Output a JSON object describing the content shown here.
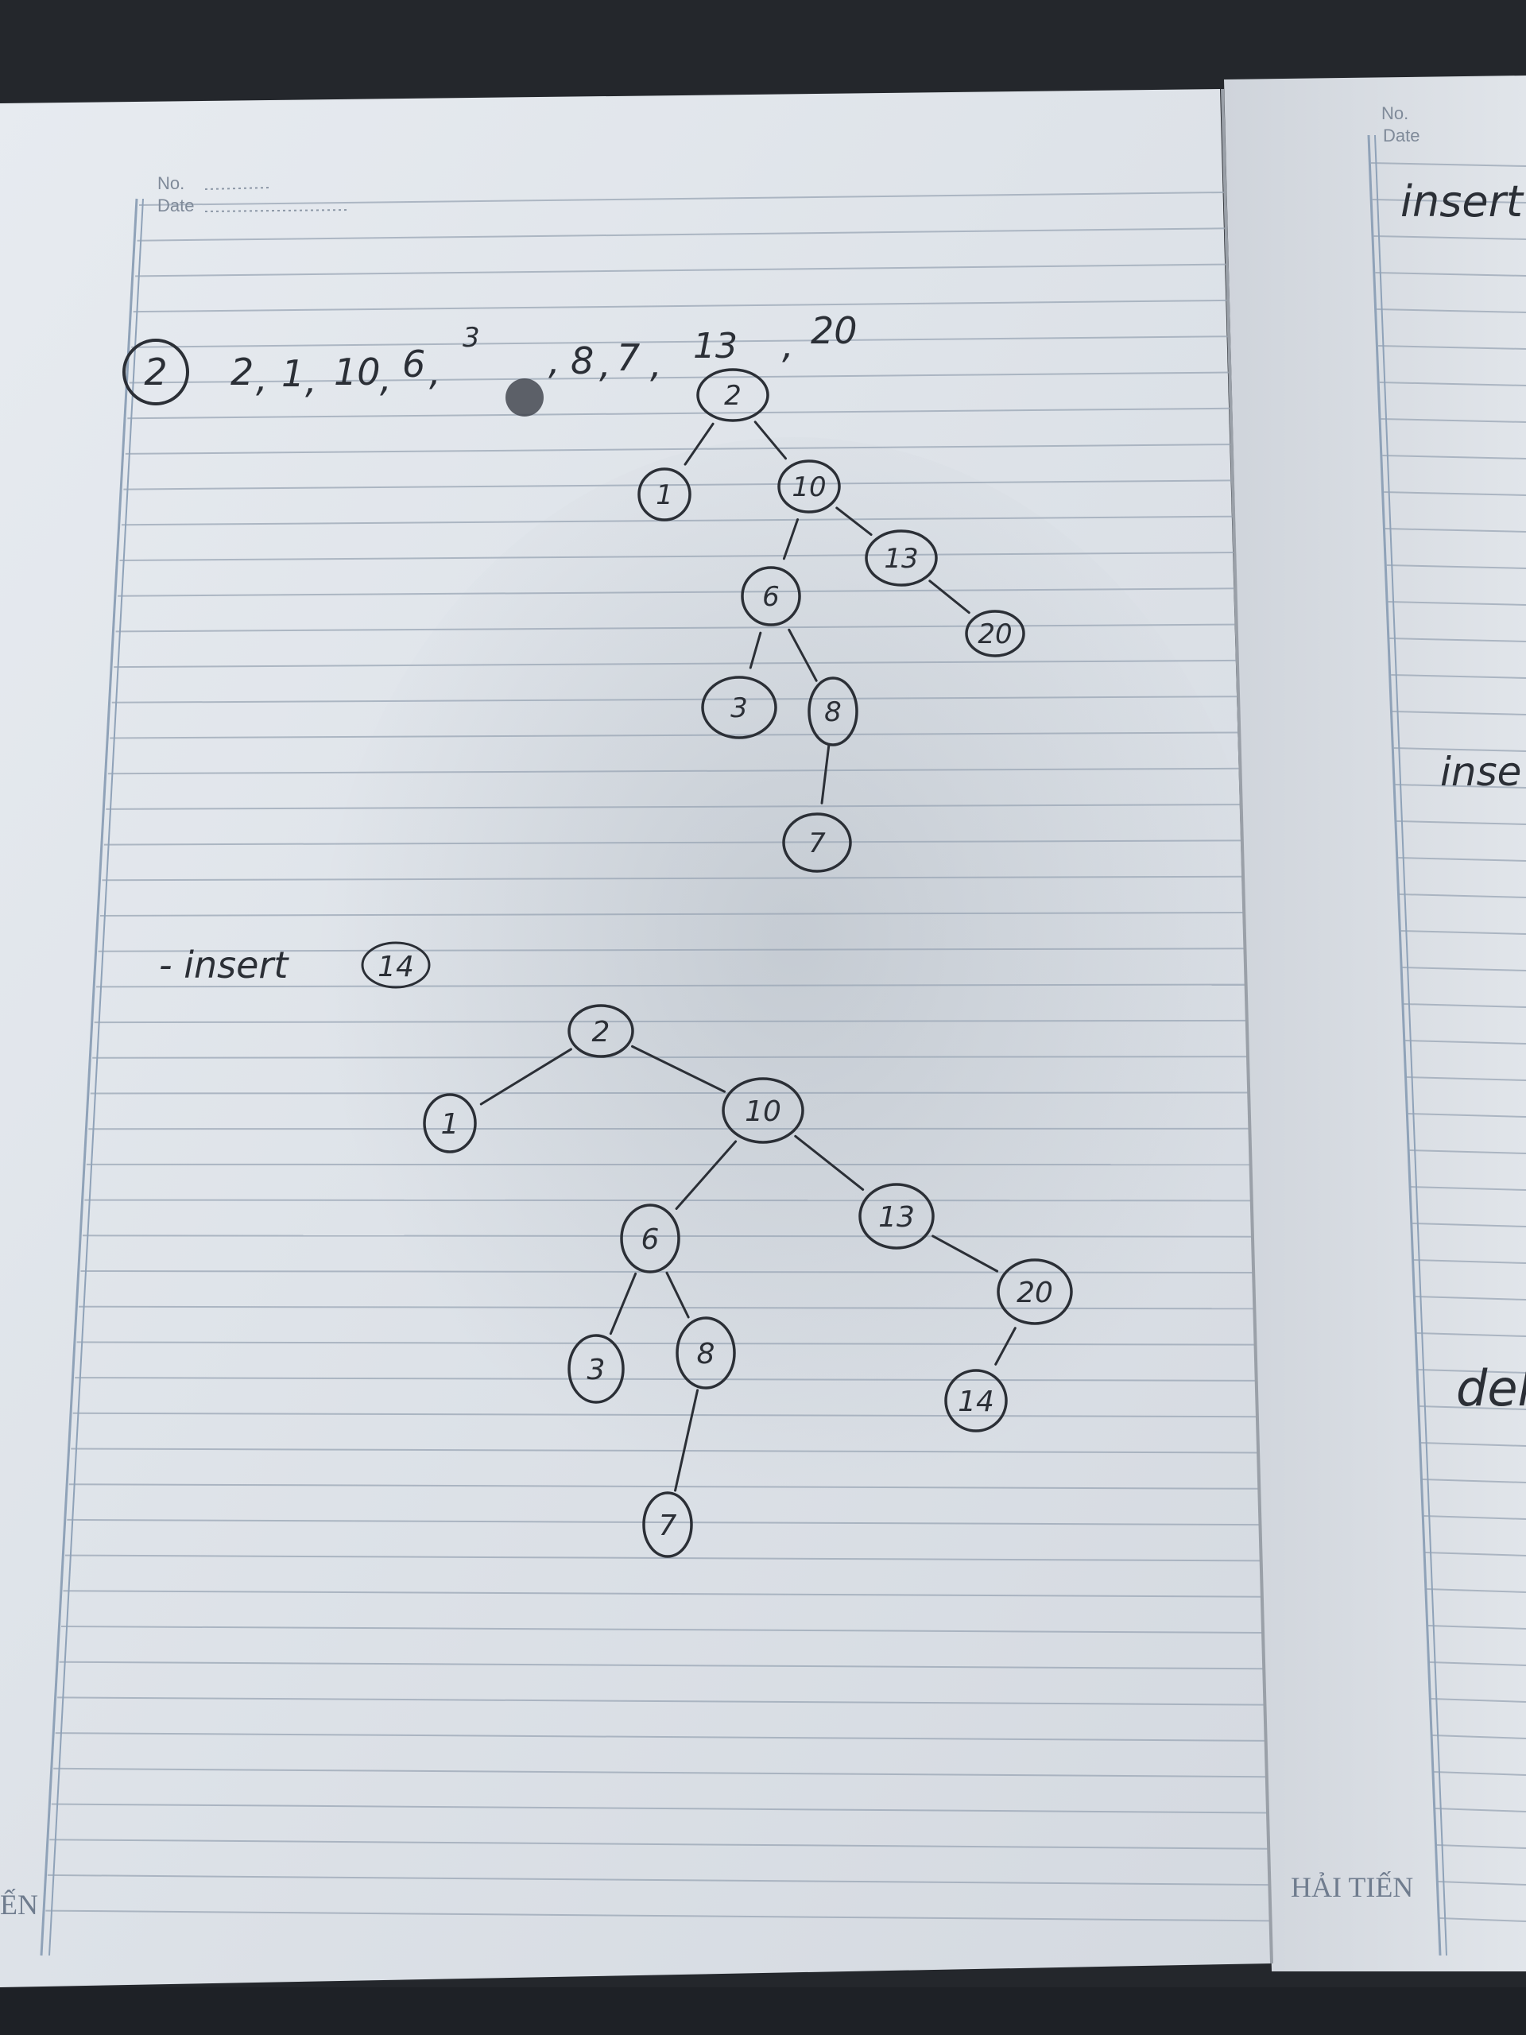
{
  "left_page": {
    "header": {
      "no_label": "No.",
      "date_label": "Date"
    },
    "problem_number": "2",
    "sequence": [
      "2",
      "1",
      "10",
      "6",
      "3",
      "8",
      "7",
      "13",
      "20"
    ],
    "footer_brand_fragment": "ẾN",
    "tree1": {
      "nodes": [
        {
          "id": "n2",
          "label": "2"
        },
        {
          "id": "n1",
          "label": "1"
        },
        {
          "id": "n10",
          "label": "10"
        },
        {
          "id": "n6",
          "label": "6"
        },
        {
          "id": "n13",
          "label": "13"
        },
        {
          "id": "n20",
          "label": "20"
        },
        {
          "id": "n3",
          "label": "3"
        },
        {
          "id": "n8",
          "label": "8"
        },
        {
          "id": "n7",
          "label": "7"
        }
      ],
      "edges": [
        [
          "n2",
          "n1"
        ],
        [
          "n2",
          "n10"
        ],
        [
          "n10",
          "n6"
        ],
        [
          "n10",
          "n13"
        ],
        [
          "n13",
          "n20"
        ],
        [
          "n6",
          "n3"
        ],
        [
          "n6",
          "n8"
        ],
        [
          "n8",
          "n7"
        ]
      ]
    },
    "insert_text": "- insert",
    "insert_value": "14",
    "tree2": {
      "nodes": [
        {
          "id": "m2",
          "label": "2"
        },
        {
          "id": "m1",
          "label": "1"
        },
        {
          "id": "m10",
          "label": "10"
        },
        {
          "id": "m6",
          "label": "6"
        },
        {
          "id": "m13",
          "label": "13"
        },
        {
          "id": "m20",
          "label": "20"
        },
        {
          "id": "m3",
          "label": "3"
        },
        {
          "id": "m8",
          "label": "8"
        },
        {
          "id": "m14",
          "label": "14"
        },
        {
          "id": "m7",
          "label": "7"
        }
      ],
      "edges": [
        [
          "m2",
          "m1"
        ],
        [
          "m2",
          "m10"
        ],
        [
          "m10",
          "m6"
        ],
        [
          "m10",
          "m13"
        ],
        [
          "m13",
          "m20"
        ],
        [
          "m6",
          "m3"
        ],
        [
          "m6",
          "m8"
        ],
        [
          "m20",
          "m14"
        ],
        [
          "m8",
          "m7"
        ]
      ]
    }
  },
  "right_page": {
    "header": {
      "no_label": "No.",
      "date_label": "Date"
    },
    "notes": [
      "insert",
      "inse",
      "del"
    ],
    "footer_brand": "HẢI TIẾN"
  }
}
